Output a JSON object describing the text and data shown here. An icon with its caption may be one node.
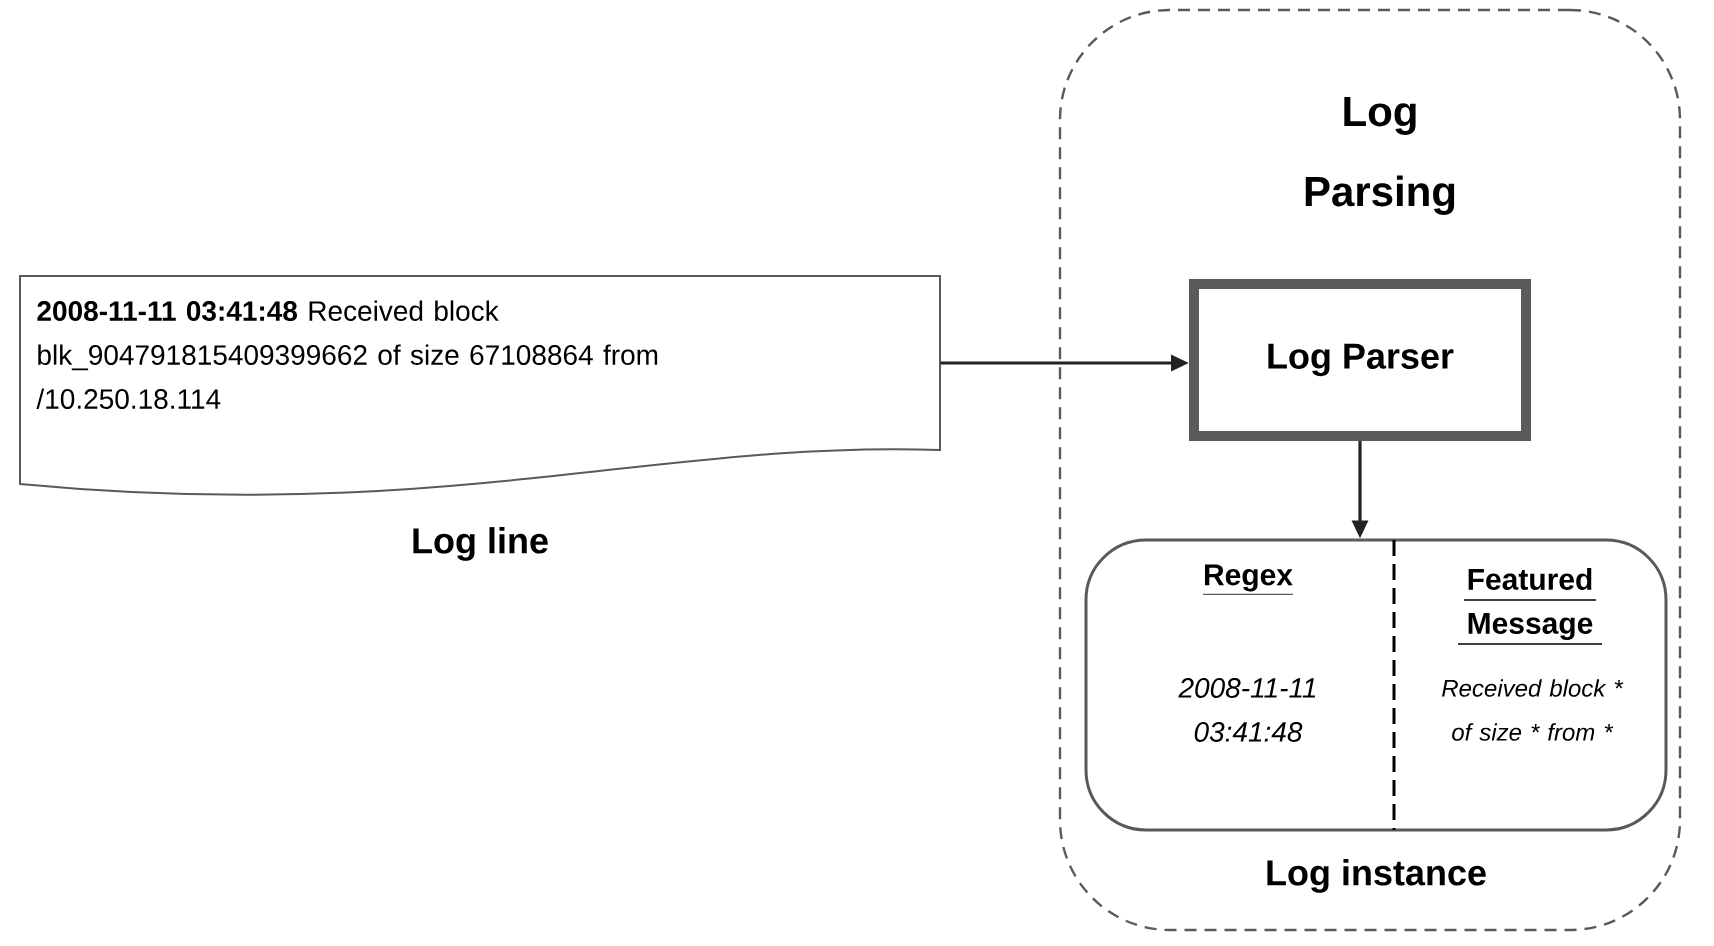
{
  "diagram": {
    "nodes": [
      {
        "text": [
          "**2008-11-11 03:41:48** Received block blk_904791815409399662 of size 67108864 from /10.250.18.114"
        ],
        "beside": [
          "Log line"
        ]
      },
      {
        "text": [
          "Log Parsing"
        ]
      },
      {
        "text": [
          "Log Parser"
        ],
        "in": 1
      },
      {
        "text": [
          "Regex",
          "2008-11-11 03:41:48",
          "Featured Message",
          "Received block * of size * from *"
        ],
        "beside": [
          "Log instance"
        ],
        "in": 1
      }
    ],
    "edges": [
      {
        "from": 0,
        "to": 2,
        "arrow": "to"
      },
      {
        "from": 2,
        "to": 3,
        "arrow": "to"
      }
    ]
  }
}
